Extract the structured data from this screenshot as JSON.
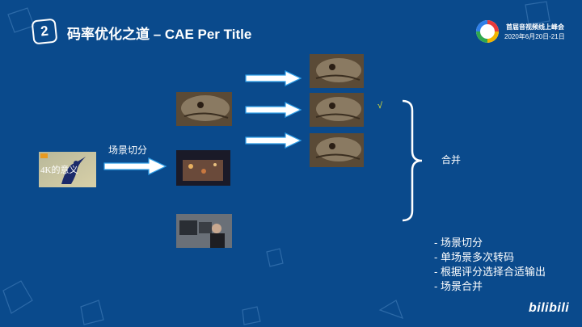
{
  "header": {
    "slide_number": "2",
    "title": "码率优化之道 – CAE Per Title"
  },
  "event": {
    "name": "首届音视频线上峰会",
    "date": "2020年6月20日-21日"
  },
  "diagram": {
    "source_video_text": "4K的意义",
    "split_label": "场景切分",
    "check_mark": "√",
    "merge_label": "合并"
  },
  "steps": [
    "- 场景切分",
    "- 单场景多次转码",
    "- 根据评分选择合适输出",
    "- 场景合并"
  ],
  "brand": "bilibili",
  "colors": {
    "background": "#0a4a8c",
    "arrow_fill": "#ffffff",
    "arrow_border": "#2f9fe8",
    "check": "#e8e830"
  }
}
